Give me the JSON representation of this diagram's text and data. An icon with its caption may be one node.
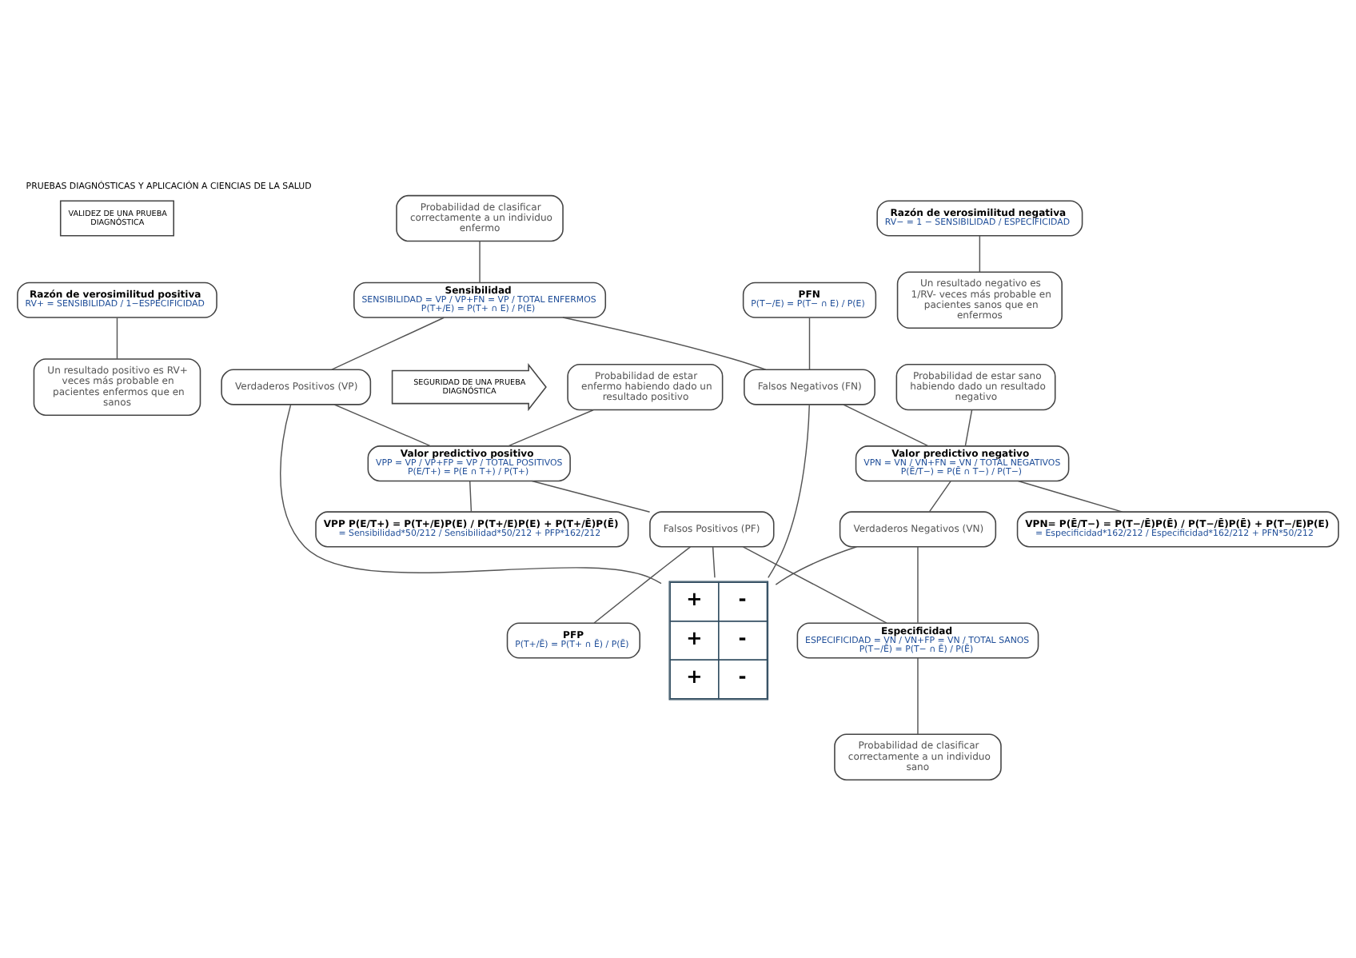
{
  "diagram": {
    "title": "PRUEBAS DIAGNÓSTICAS Y APLICACIÓN A CIENCIAS DE LA SALUD",
    "nodes": [
      {
        "text": [
          "VALIDEZ DE UNA PRUEBA DIAGNÓSTICA"
        ]
      },
      {
        "text": [
          "Razón de verosimilitud positiva",
          "RV+ = SENSIBILIDAD / 1−ESPECIFICIDAD"
        ]
      },
      {
        "text": [
          "Un resultado positivo es RV+ veces más probable en pacientes enfermos que en sanos"
        ]
      },
      {
        "text": [
          "Probabilidad de clasificar correctamente a un individuo enfermo"
        ]
      },
      {
        "text": [
          "Sensibilidad",
          "SENSIBILIDAD = VP / VP+FN = VP / TOTAL ENFERMOS",
          "P(T+/E) = P(T+ ∩ E) / P(E)"
        ]
      },
      {
        "text": [
          "PFN",
          "P(T−/E) = P(T− ∩ E) / P(E)"
        ]
      },
      {
        "text": [
          "Verdaderos Positivos (VP)"
        ]
      },
      {
        "text": [
          "Falsos Negativos (FN)"
        ]
      },
      {
        "text": [
          "Probabilidad de estar enfermo habiendo dado un resultado positivo"
        ]
      },
      {
        "text": [
          "Probabilidad de estar sano habiendo dado un resultado negativo"
        ]
      },
      {
        "text": [
          "+",
          "-",
          "+",
          "-",
          "+",
          "-"
        ]
      },
      {
        "text": [
          "Valor predictivo positivo",
          "VPP = VP / VP+FP = VP / TOTAL POSITIVOS",
          "P(E/T+) = P(E ∩ T+) / P(T+)"
        ]
      },
      {
        "text": [
          "Valor predictivo negativo",
          "VPN = VN / VN+FN = VN / TOTAL NEGATIVOS",
          "P(Ē/T−) = P(Ē ∩ T−) / P(T−)"
        ]
      },
      {
        "text": [
          "SEGURIDAD DE UNA PRUEBA DIAGNÓSTICA"
        ]
      },
      {
        "text": [
          "VPP P(E/T+) = P(T+/E)P(E) / P(T+/E)P(E) + P(T+/Ē)P(Ē)",
          "= Sensibilidad*50/212 / Sensibilidad*50/212 + PFP*162/212"
        ]
      },
      {
        "text": [
          "VPN= P(Ē/T−) = P(T−/Ē)P(Ē) / P(T−/Ē)P(Ē) + P(T−/E)P(E)",
          "= Especificidad*162/212 / Especificidad*162/212 + PFN*50/212"
        ]
      },
      {
        "text": [
          "Falsos Positivos (PF)"
        ]
      },
      {
        "text": [
          "Verdaderos Negativos (VN)"
        ]
      },
      {
        "text": [
          "PFP",
          "P(T+/Ē) = P(T+ ∩ Ē) / P(Ē)"
        ]
      },
      {
        "text": [
          "Especificidad",
          "ESPECIFICIDAD = VN / VN+FP = VN / TOTAL SANOS",
          "P(T−/Ē) = P(T− ∩ Ē) / P(Ē)"
        ]
      },
      {
        "text": [
          "Probabilidad de clasificar correctamente a un individuo sano"
        ]
      },
      {
        "text": [
          "Razón de verosimilitud negativa",
          "RV− = 1 − SENSIBILIDAD / ESPECIFICIDAD"
        ]
      },
      {
        "text": [
          "Un resultado negativo es 1/RV- veces más probable en pacientes sanos que en enfermos"
        ]
      }
    ],
    "edges": [
      {
        "from": 1,
        "to": 2,
        "arrow": "none"
      },
      {
        "from": 3,
        "to": 4,
        "arrow": "none"
      },
      {
        "from": 4,
        "to": 6,
        "arrow": "none"
      },
      {
        "from": 4,
        "to": 7,
        "arrow": "none"
      },
      {
        "from": 5,
        "to": 7,
        "arrow": "none"
      },
      {
        "from": 6,
        "to": 11,
        "arrow": "none"
      },
      {
        "from": 6,
        "to": 10,
        "arrow": "none"
      },
      {
        "from": 7,
        "to": 10,
        "arrow": "none"
      },
      {
        "from": 7,
        "to": 12,
        "arrow": "none"
      },
      {
        "from": 8,
        "to": 11,
        "arrow": "none"
      },
      {
        "from": 9,
        "to": 12,
        "arrow": "none"
      },
      {
        "from": 11,
        "to": 14,
        "arrow": "none"
      },
      {
        "from": 11,
        "to": 16,
        "arrow": "none"
      },
      {
        "from": 12,
        "to": 15,
        "arrow": "none"
      },
      {
        "from": 12,
        "to": 17,
        "arrow": "none"
      },
      {
        "from": 16,
        "to": 10,
        "arrow": "none"
      },
      {
        "from": 16,
        "to": 18,
        "arrow": "none"
      },
      {
        "from": 16,
        "to": 19,
        "arrow": "none"
      },
      {
        "from": 17,
        "to": 10,
        "arrow": "none"
      },
      {
        "from": 17,
        "to": 19,
        "arrow": "none"
      },
      {
        "from": 19,
        "to": 20,
        "arrow": "none"
      },
      {
        "from": 21,
        "to": 22,
        "arrow": "none"
      }
    ]
  }
}
